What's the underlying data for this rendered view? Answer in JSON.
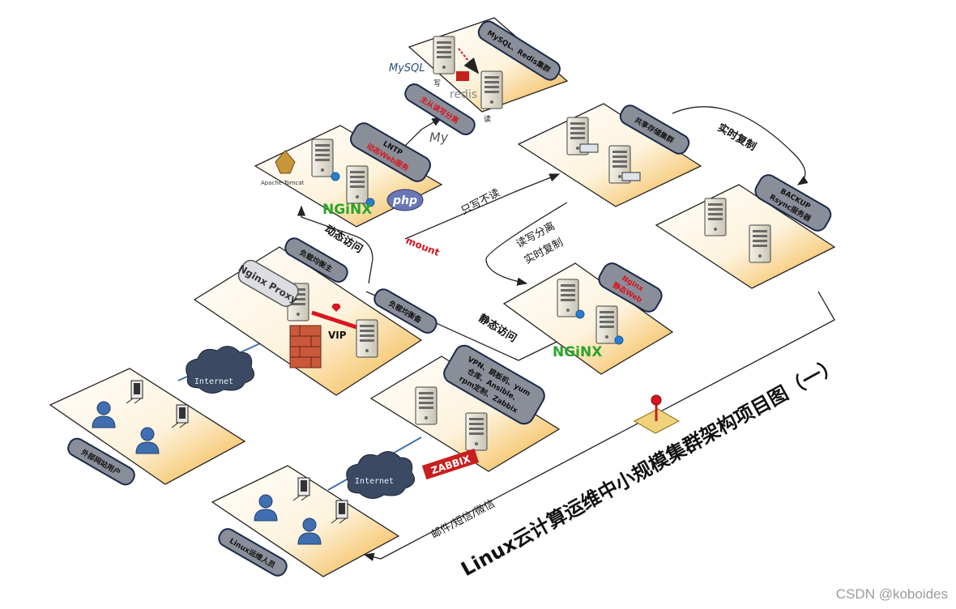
{
  "title": "Linux云计算运维中小规模集群架构项目图（一）",
  "watermark": "CSDN @koboides",
  "colors": {
    "accent": "#f0a820",
    "header": "#8a8e99",
    "red": "#d8151f",
    "green": "#2aa52a"
  },
  "nodes": {
    "db": {
      "header": "MySQL、Redis集群",
      "sub": "主从读写分离",
      "read_label": "读",
      "write_label": "写",
      "mysql_logo": "MySQL",
      "redis_logo": "redis"
    },
    "web": {
      "header_line1": "LNTP",
      "header_line2": "动态Web服务",
      "nginx_logo": "NGiNX",
      "php_logo": "php",
      "tomcat_logo": "Apache Tomcat",
      "mount": "mount"
    },
    "storage": {
      "header": "共享存储集群"
    },
    "backup": {
      "header_line1": "BACKUP",
      "header_line2": "Rsync服务器"
    },
    "lb": {
      "master": "负载均衡主",
      "backup": "负载均衡备",
      "proxy": "Nginx Proxy",
      "vip": "VIP"
    },
    "static_web": {
      "header_line1": "Nginx",
      "header_line2": "静态Web",
      "nginx_logo": "NGiNX"
    },
    "mgmt": {
      "header_lines": [
        "VPN、跳板机、yum",
        "仓库、Ansible、",
        "rpm定制、Zabbix"
      ],
      "zabbix_logo": "ZABBIX"
    },
    "ext_users": {
      "label": "外部网站用户"
    },
    "ops": {
      "label": "Linux运维人员"
    }
  },
  "edges": {
    "dynamic": "动态访问",
    "static": "静态访问",
    "readonly": "只写不读",
    "replication_line1": "读写分离",
    "replication_line2": "实时复制",
    "realtime": "实时复制",
    "alerts": "邮件/短信/微信",
    "internet1": "Internet",
    "internet2": "Internet"
  }
}
